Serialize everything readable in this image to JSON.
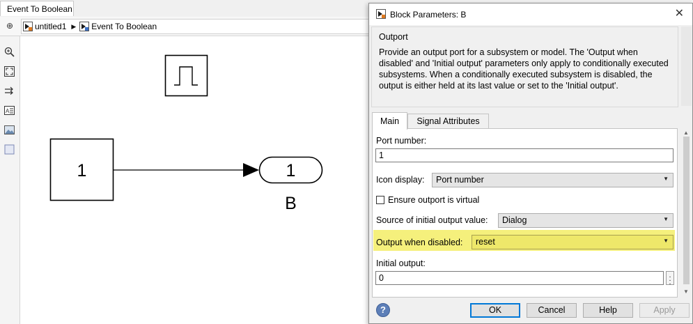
{
  "simulink": {
    "tab_title": "Event To Boolean",
    "breadcrumbs": [
      "untitled1",
      "Event To Boolean"
    ],
    "blocks": {
      "constant_value": "1",
      "outport_number": "1",
      "outport_name": "B"
    }
  },
  "dialog": {
    "title": "Block Parameters: B",
    "group_title": "Outport",
    "description": "Provide an output port for a subsystem or model.  The 'Output when disabled' and 'Initial output' parameters only apply to conditionally executed subsystems. When a conditionally executed subsystem is disabled, the output is either held at its last value or set to the 'Initial output'.",
    "tabs": [
      "Main",
      "Signal Attributes"
    ],
    "active_tab": "Main",
    "fields": {
      "port_number_label": "Port number:",
      "port_number_value": "1",
      "icon_display_label": "Icon display:",
      "icon_display_value": "Port number",
      "ensure_virtual_label": "Ensure outport is virtual",
      "ensure_virtual_checked": false,
      "source_initial_label": "Source of initial output value:",
      "source_initial_value": "Dialog",
      "output_disabled_label": "Output when disabled:",
      "output_disabled_value": "reset",
      "initial_output_label": "Initial output:",
      "initial_output_value": "0"
    },
    "buttons": {
      "ok": "OK",
      "cancel": "Cancel",
      "help": "Help",
      "apply": "Apply"
    },
    "highlight_color": "#f5f07c"
  }
}
